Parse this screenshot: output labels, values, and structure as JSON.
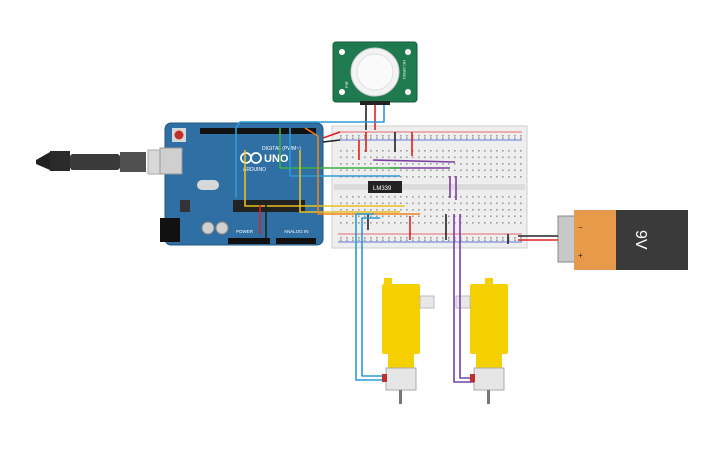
{
  "arduino": {
    "brand": "ARDUINO",
    "model": "UNO",
    "digital_header_label": "DIGITAL (PWM~)",
    "power_header_label": "POWER",
    "analog_header_label": "ANALOG IN"
  },
  "pir_sensor": {
    "side_label_left": "PIR",
    "side_label_right": "HC-SR501"
  },
  "ic_chip": {
    "label": "LM339"
  },
  "battery": {
    "label": "9V",
    "minus_symbol": "−",
    "plus_symbol": "+"
  },
  "colors": {
    "arduino_board": "#2f6fa3",
    "pcb_green": "#1f7a4f",
    "breadboard": "#eeeeee",
    "wire_red": "#e02020",
    "wire_black": "#222222",
    "wire_blue": "#2b9bd3",
    "wire_yellow": "#e8c020",
    "wire_orange": "#f08020",
    "wire_green": "#3cb043",
    "wire_purple": "#7a3fa0",
    "motor_yellow": "#f5d000",
    "battery_orange": "#e89a4b",
    "battery_dark": "#3a3a3a"
  },
  "icons": [
    "usb-cable-icon",
    "reset-button-icon",
    "arduino-logo-icon"
  ]
}
